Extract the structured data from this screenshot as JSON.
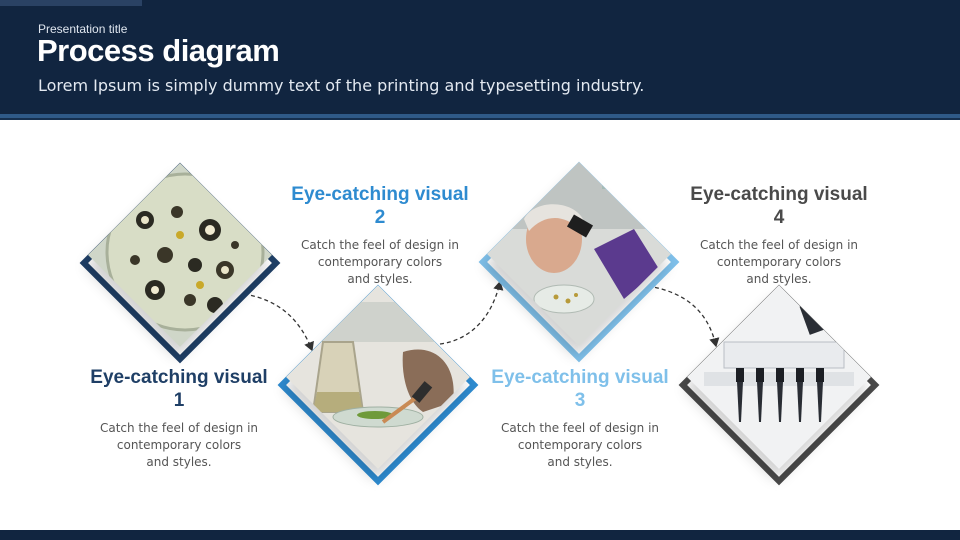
{
  "header": {
    "eyebrow": "Presentation  title",
    "title": "Process diagram",
    "subtitle": "Lorem Ipsum is simply dummy text of the printing and typesetting industry."
  },
  "colors": {
    "navy": "#112540",
    "step1": "#1f3f66",
    "step2": "#2e8bd0",
    "step3": "#7fc0ea",
    "step4": "#4a4a4a"
  },
  "steps": [
    {
      "title_line1": "Eye-catching visual",
      "title_line2": "1",
      "text_line1": "Catch the feel of design in",
      "text_line2": "contemporary  colors",
      "text_line3": "and styles.",
      "image": "petri-dish-culture-image"
    },
    {
      "title_line1": "Eye-catching visual",
      "title_line2": "2",
      "text_line1": "Catch the feel of design in",
      "text_line2": "contemporary  colors",
      "text_line3": "and styles.",
      "image": "lab-pipette-sample-image"
    },
    {
      "title_line1": "Eye-catching visual",
      "title_line2": "3",
      "text_line1": "Catch the feel of design in",
      "text_line2": "contemporary  colors",
      "text_line3": "and styles.",
      "image": "scientist-microscope-image"
    },
    {
      "title_line1": "Eye-catching visual",
      "title_line2": "4",
      "text_line1": "Catch the feel of design in",
      "text_line2": "contemporary  colors",
      "text_line3": "and styles.",
      "image": "multichannel-pipette-image"
    }
  ]
}
